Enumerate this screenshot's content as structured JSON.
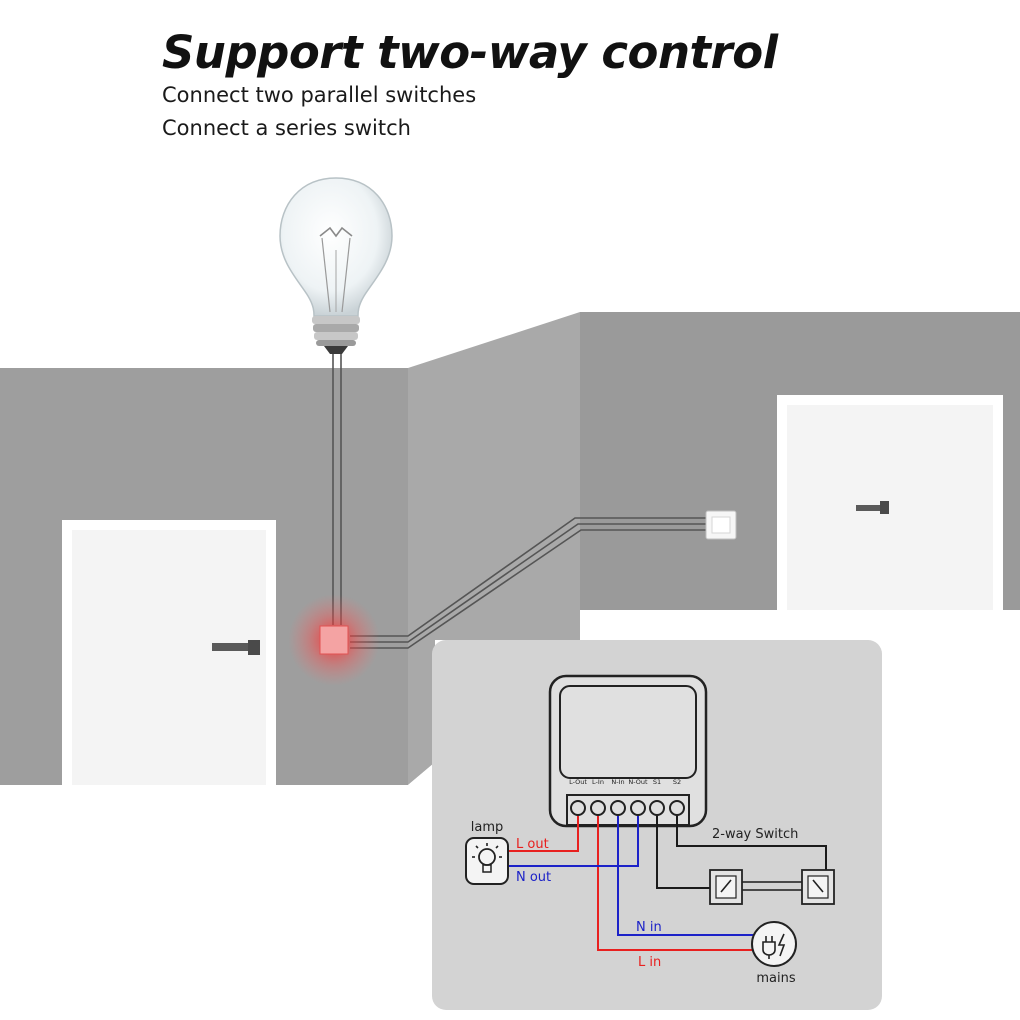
{
  "header": {
    "title": "Support two-way control",
    "line1": "Connect two parallel switches",
    "line2": "Connect a series switch"
  },
  "wiring": {
    "terminals": [
      "L-Out",
      "L-In",
      "N-In",
      "N-Out",
      "S1",
      "S2"
    ],
    "lamp_label": "lamp",
    "l_out": "L out",
    "n_out": "N out",
    "n_in": "N in",
    "l_in": "L in",
    "switch_label": "2-way Switch",
    "mains_label": "mains"
  },
  "colors": {
    "wall": "#9c9c9c",
    "live_wire": "#e8201f",
    "neutral_wire": "#1c22c8",
    "switch_wire": "#1a1a1a",
    "smart_switch_glow": "#ff3b3b",
    "panel": "#d3d3d3"
  },
  "icons": [
    "light-bulb-icon",
    "door-icon",
    "wall-switch-icon",
    "smart-switch-icon",
    "lamp-icon",
    "mains-plug-icon"
  ]
}
